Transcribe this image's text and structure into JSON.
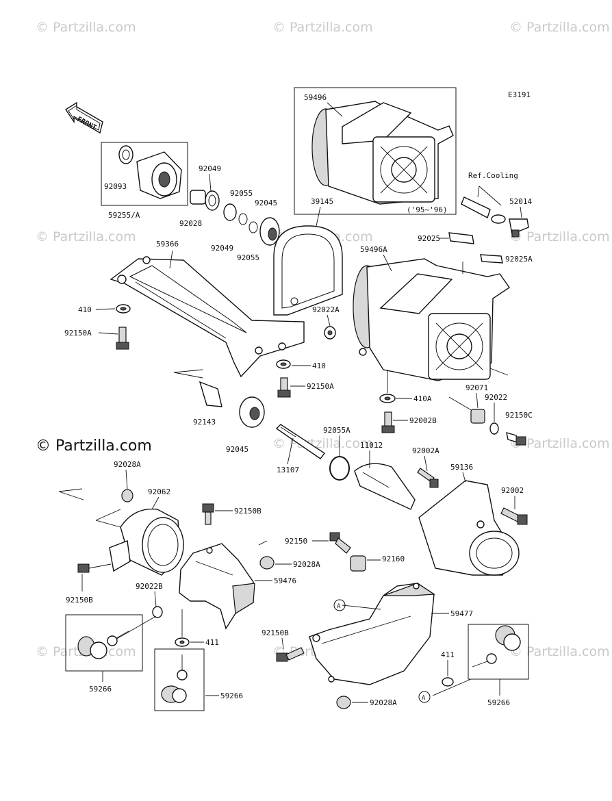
{
  "diagram": {
    "code": "E3191",
    "front_label": "FRONT",
    "ref_note": "Ref.Cooling",
    "year_note": "('95~'96)",
    "circle_mark": "A"
  },
  "watermarks": {
    "small": "© Partzilla.com",
    "main": "© Partzilla.com"
  },
  "labels": {
    "p59496": "59496",
    "p92093": "92093",
    "p59255A": "59255/A",
    "p92049_top": "92049",
    "p92055_top": "92055",
    "p92045_top": "92045",
    "p39145": "39145",
    "p92028_top": "92028",
    "p92049_bot": "92049",
    "p92055_bot": "92055",
    "p59366": "59366",
    "p52014": "52014",
    "p92025": "92025",
    "p59496A": "59496A",
    "p92025A": "92025A",
    "p410_left": "410",
    "p92150A_left": "92150A",
    "p92022A": "92022A",
    "p410_mid": "410",
    "p92150A_mid": "92150A",
    "p410A": "410A",
    "p92071": "92071",
    "p92022_right": "92022",
    "p92150C": "92150C",
    "p92143": "92143",
    "p92045_mid": "92045",
    "p92055A": "92055A",
    "p92002B": "92002B",
    "p11012": "11012",
    "p92002A": "92002A",
    "p13107": "13107",
    "p59136": "59136",
    "p92002": "92002",
    "p92028A_left": "92028A",
    "p92062": "92062",
    "p92150B_top": "92150B",
    "p92150": "92150",
    "p92160": "92160",
    "p92028A_mid": "92028A",
    "p59476": "59476",
    "p92150B_left": "92150B",
    "p92022B": "92022B",
    "p59477": "59477",
    "p92150B_low": "92150B",
    "p411_left": "411",
    "p411_right": "411",
    "p59266_left": "59266",
    "p59266_mid": "59266",
    "p92028A_bot": "92028A",
    "p59266_right": "59266"
  }
}
